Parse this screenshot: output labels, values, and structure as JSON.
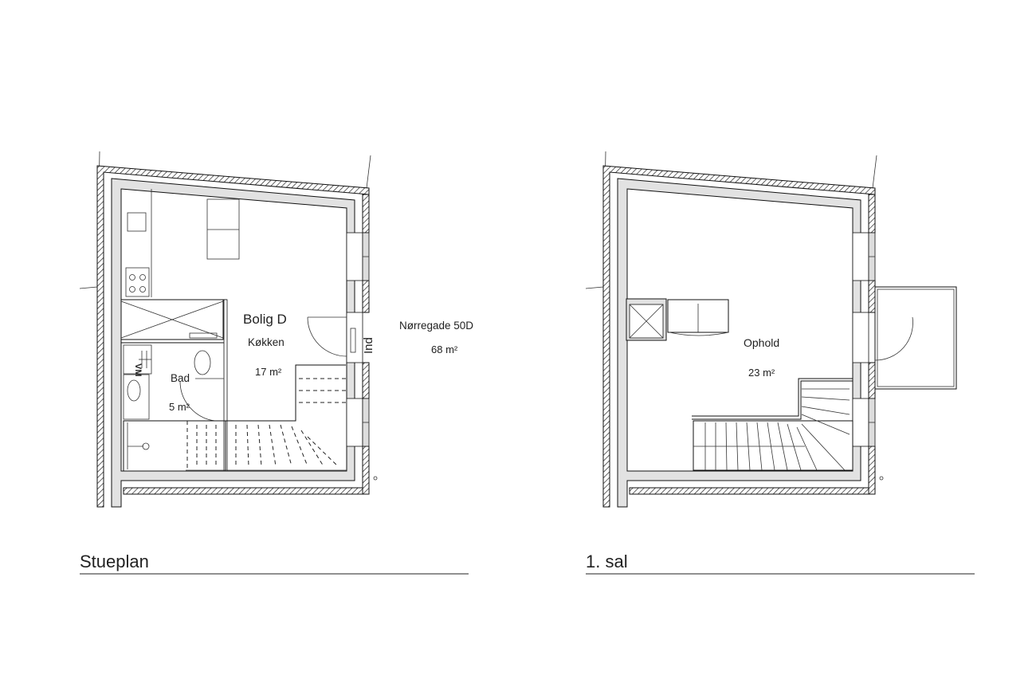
{
  "ground_floor": {
    "title": "Stueplan",
    "unit_label": "Bolig D",
    "rooms": [
      {
        "name": "Køkken",
        "area": "17 m²"
      },
      {
        "name": "Bad",
        "area": "5 m²"
      }
    ],
    "entrance_label": "Ind",
    "appliance_label": "VM",
    "address": "Nørregade 50D",
    "total_area": "68 m²"
  },
  "first_floor": {
    "title": "1. sal",
    "rooms": [
      {
        "name": "Ophold",
        "area": "23 m²"
      }
    ]
  }
}
